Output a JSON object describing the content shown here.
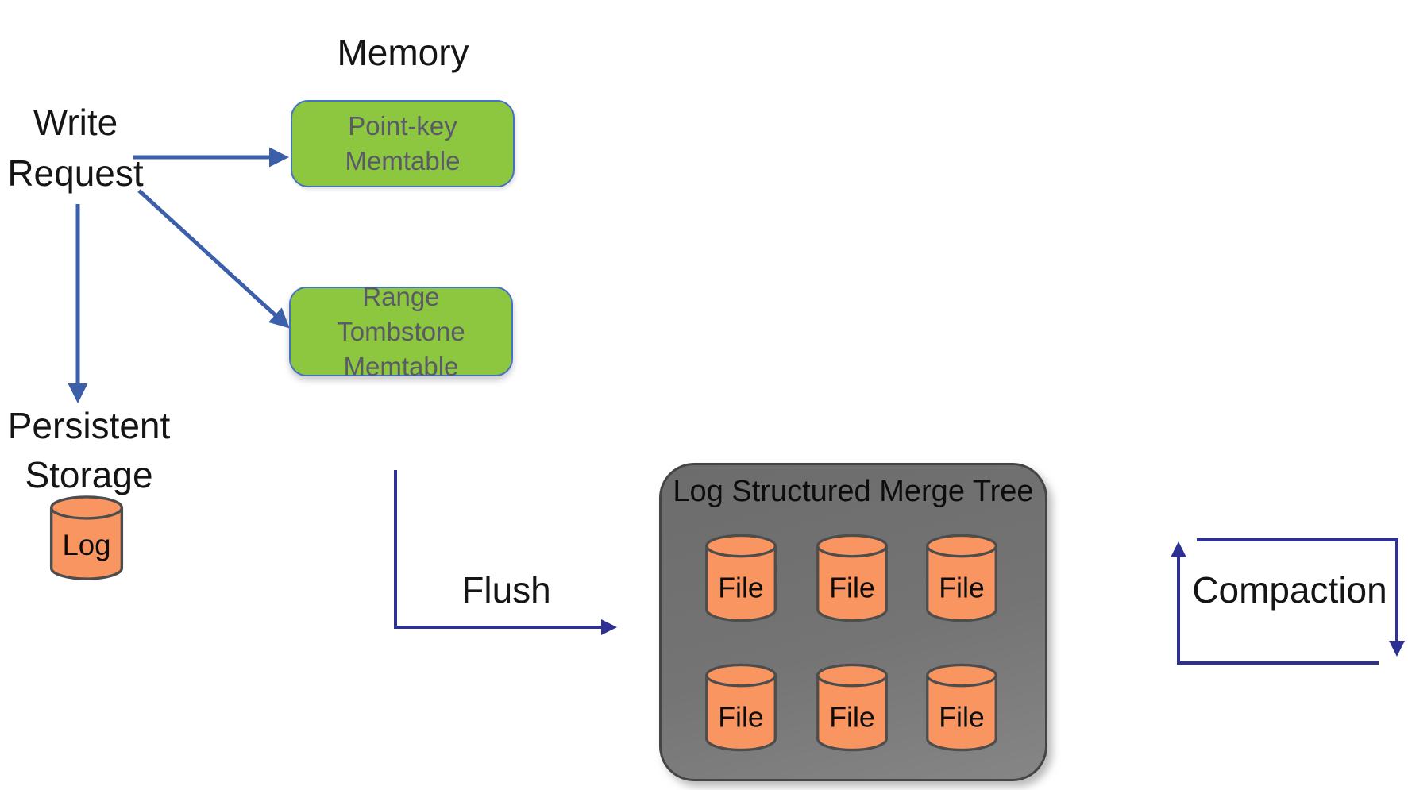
{
  "colors": {
    "arrow_blue": "#3b5fa9",
    "arrow_navy": "#2e3192",
    "memtable_green": "#8dc63f",
    "memtable_border": "#4472c4",
    "memtable_text": "#5a5a68",
    "cylinder_orange": "#f89561",
    "cylinder_stroke": "#4d4d4d",
    "lsm_gray": "#747474",
    "lsm_border": "#454545",
    "label_text": "#151515"
  },
  "labels": {
    "memory": "Memory",
    "write_request": "Write Request",
    "persistent_storage": "Persistent Storage",
    "flush": "Flush",
    "compaction": "Compaction"
  },
  "memtables": [
    {
      "label": "Point-key Memtable"
    },
    {
      "label": "Range Tombstone Memtable"
    }
  ],
  "log_cylinder": {
    "label": "Log"
  },
  "lsm": {
    "title": "Log Structured Merge Tree",
    "files": [
      "File",
      "File",
      "File",
      "File",
      "File",
      "File"
    ]
  }
}
